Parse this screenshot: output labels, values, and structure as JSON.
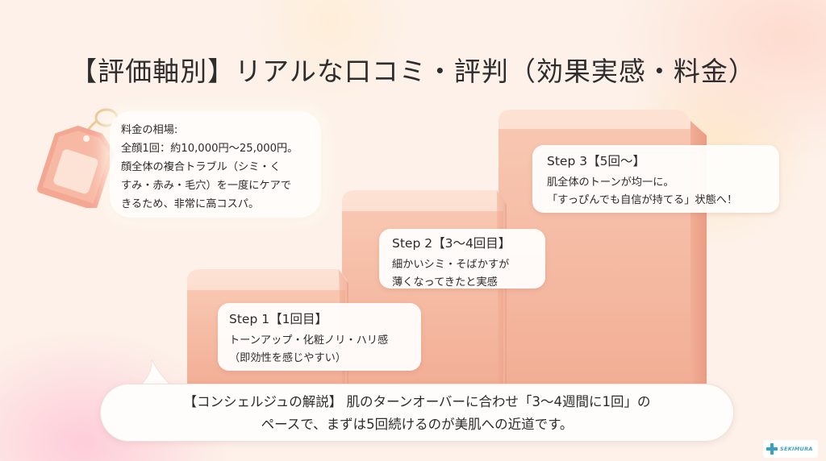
{
  "title": "【評価軸別】リアルな口コミ・評判（効果実感・料金）",
  "price_note": {
    "icon": "price-tag-icon",
    "lines": [
      "料金の相場:",
      "全顔1回：約10,000円〜25,000円。",
      "顔全体の複合トラブル（シミ・く",
      "すみ・赤み・毛穴）を一度にケアで",
      "きるため、非常に高コスパ。"
    ]
  },
  "steps": [
    {
      "heading": "Step 1【1回目】",
      "lines": [
        "トーンアップ・化粧ノリ・ハリ感",
        "（即効性を感じやすい）"
      ]
    },
    {
      "heading": "Step 2【3〜4回目】",
      "lines": [
        "細かいシミ・そばかすが",
        "薄くなってきたと実感"
      ]
    },
    {
      "heading": "Step 3【5回〜】",
      "lines": [
        "肌全体のトーンが均一に。",
        "「すっぴんでも自信が持てる」状態へ！"
      ]
    }
  ],
  "concierge": {
    "lines": [
      "【コンシェルジュの解説】 肌のターンオーバーに合わせ「3〜4週間に1回」の",
      "ペースで、まずは5回続けるのが美肌への近道です。"
    ]
  },
  "logo": {
    "text": "SEKIMURA"
  },
  "colors": {
    "stair_top": "#f7c4ae",
    "stair_front": "#f3b39b",
    "stair_side": "#eda58c",
    "accent_blue": "#3aa0c8"
  }
}
